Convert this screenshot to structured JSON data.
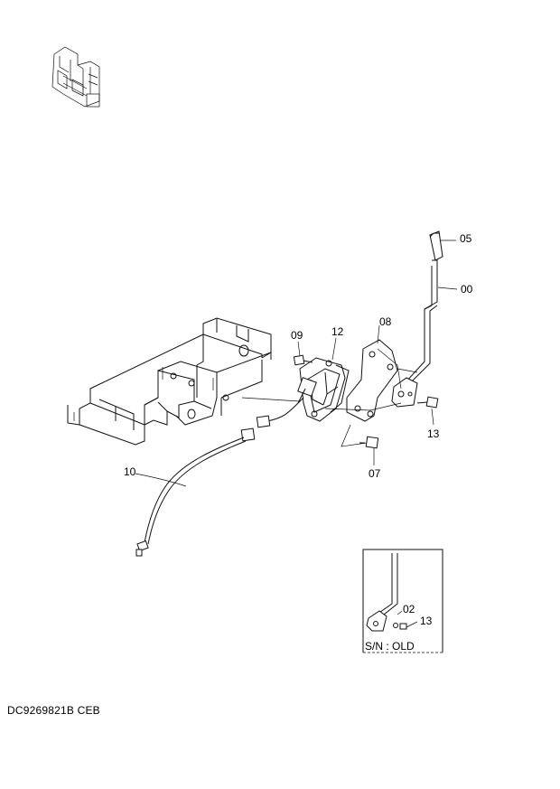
{
  "diagram": {
    "part_labels": [
      {
        "id": "05",
        "text": "05"
      },
      {
        "id": "00",
        "text": "00"
      },
      {
        "id": "08",
        "text": "08"
      },
      {
        "id": "09",
        "text": "09"
      },
      {
        "id": "12",
        "text": "12"
      },
      {
        "id": "13",
        "text": "13"
      },
      {
        "id": "07",
        "text": "07"
      },
      {
        "id": "10",
        "text": "10"
      }
    ],
    "inset": {
      "labels": [
        {
          "id": "02",
          "text": "02"
        },
        {
          "id": "13",
          "text": "13"
        }
      ],
      "caption": "S/N : OLD"
    },
    "document_code": "DC9269821B  CEB"
  }
}
